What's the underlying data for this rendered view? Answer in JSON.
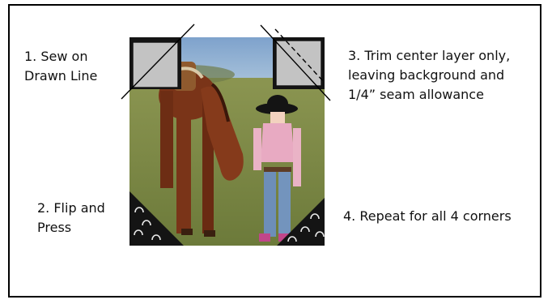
{
  "steps": {
    "step1": [
      "1. Sew on",
      "Drawn Line"
    ],
    "step2": [
      "2. Flip and",
      "Press"
    ],
    "step3": [
      "3. Trim center layer only,",
      "leaving background and",
      "1/4” seam allowance"
    ],
    "step4": [
      "4. Repeat for all 4 corners"
    ]
  },
  "colors": {
    "sky": "#8eb0d6",
    "grass": "#7f8b45",
    "horse": "#7a3418",
    "corner_square": "#c3c3c3",
    "border_fabric": "#141414"
  }
}
